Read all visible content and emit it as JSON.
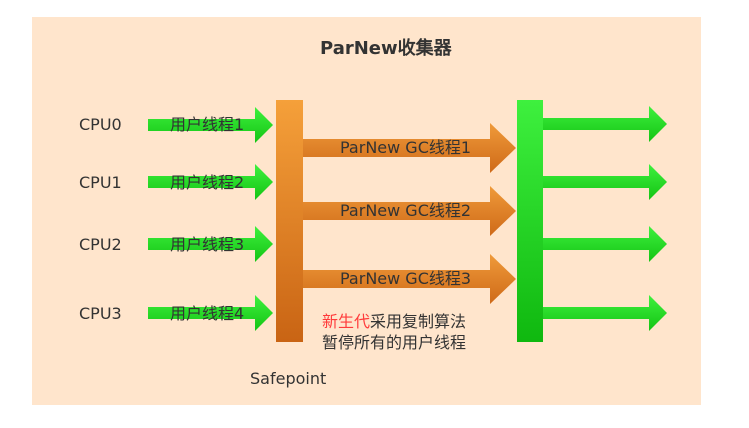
{
  "diagram": {
    "title": "ParNew收集器",
    "cpus": [
      "CPU0",
      "CPU1",
      "CPU2",
      "CPU3"
    ],
    "user_threads": [
      "用户线程1",
      "用户线程2",
      "用户线程3",
      "用户线程4"
    ],
    "gc_threads": [
      "ParNew GC线程1",
      "ParNew GC线程2",
      "ParNew GC线程3"
    ],
    "safepoint_label": "Safepoint",
    "note": {
      "highlight": "新生代",
      "line1_rest": "采用复制算法",
      "line2": "暂停所有的用户线程"
    },
    "colors": {
      "background": "#ffe5cc",
      "user_arrow": "#22d422",
      "gc_arrow": "#e4801e",
      "safepoint_bar": "#e87d1e",
      "resume_bar": "#22cc22",
      "highlight_text": "#ff3b3b"
    }
  }
}
